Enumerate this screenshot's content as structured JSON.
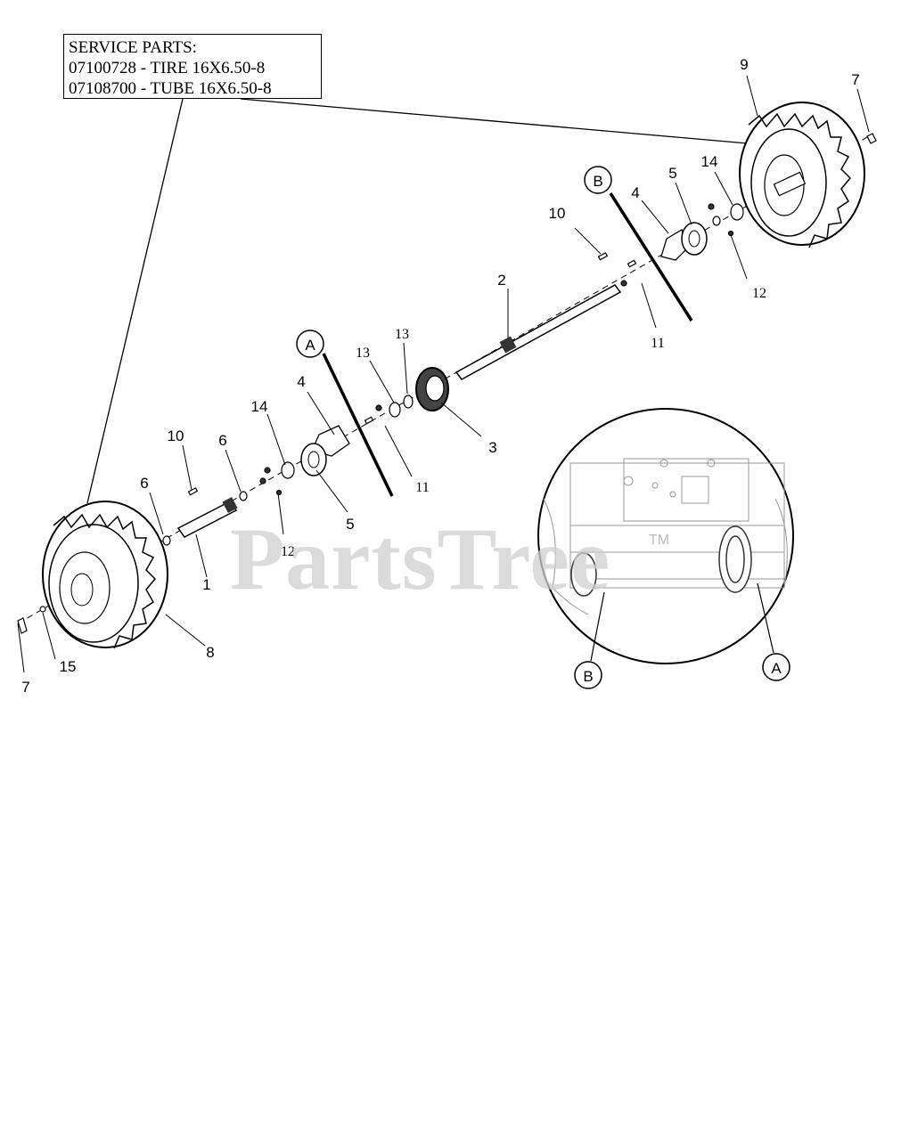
{
  "service_parts": {
    "heading": "SERVICE PARTS:",
    "lines": [
      "07100728 - TIRE 16X6.50-8",
      "07108700 - TUBE 16X6.50-8"
    ]
  },
  "callouts": {
    "p1": "1",
    "p2": "2",
    "p3": "3",
    "p4a": "4",
    "p4b": "4",
    "p5a": "5",
    "p5b": "5",
    "p6a": "6",
    "p6b": "6",
    "p7a": "7",
    "p7b": "7",
    "p8": "8",
    "p9": "9",
    "p10a": "10",
    "p10b": "10",
    "p11a": "11",
    "p11b": "11",
    "p12a": "12",
    "p12b": "12",
    "p13a": "13",
    "p13b": "13",
    "p14a": "14",
    "p14b": "14",
    "p15": "15"
  },
  "detail_refs": {
    "a": "A",
    "b": "B"
  },
  "watermark": {
    "text": "PartsTree",
    "tm": "TM"
  },
  "colors": {
    "line": "#000000",
    "watermark": "#cfcfcf"
  }
}
